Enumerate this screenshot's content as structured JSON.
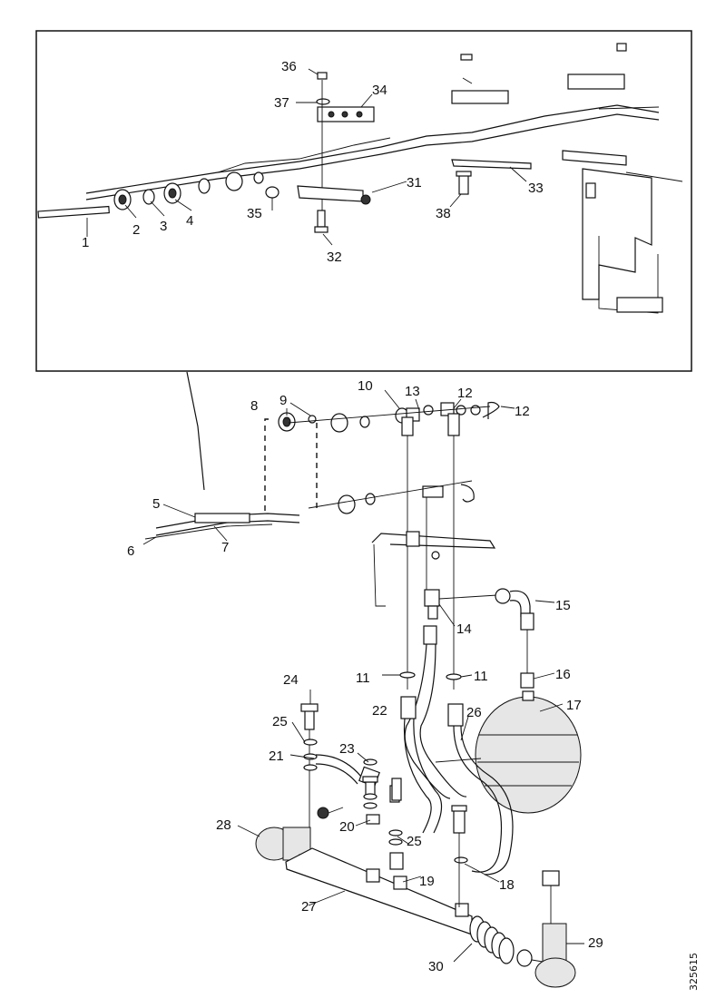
{
  "diagram": {
    "reference": "325615",
    "callouts": [
      {
        "id": "c1",
        "text": "1"
      },
      {
        "id": "c2",
        "text": "2"
      },
      {
        "id": "c3",
        "text": "3"
      },
      {
        "id": "c4",
        "text": "4"
      },
      {
        "id": "c31",
        "text": "31"
      },
      {
        "id": "c32",
        "text": "32"
      },
      {
        "id": "c33",
        "text": "33"
      },
      {
        "id": "c34",
        "text": "34"
      },
      {
        "id": "c35",
        "text": "35"
      },
      {
        "id": "c36",
        "text": "36"
      },
      {
        "id": "c37",
        "text": "37"
      },
      {
        "id": "c38",
        "text": "38"
      },
      {
        "id": "c5",
        "text": "5"
      },
      {
        "id": "c6",
        "text": "6"
      },
      {
        "id": "c7",
        "text": "7"
      },
      {
        "id": "c8",
        "text": "8"
      },
      {
        "id": "c9",
        "text": "9"
      },
      {
        "id": "c10",
        "text": "10"
      },
      {
        "id": "c13",
        "text": "13"
      },
      {
        "id": "c12a",
        "text": "12"
      },
      {
        "id": "c12b",
        "text": "12"
      },
      {
        "id": "c14",
        "text": "14"
      },
      {
        "id": "c15",
        "text": "15"
      },
      {
        "id": "c16",
        "text": "16"
      },
      {
        "id": "c17",
        "text": "17"
      },
      {
        "id": "c11a",
        "text": "11"
      },
      {
        "id": "c11b",
        "text": "11"
      },
      {
        "id": "c22",
        "text": "22"
      },
      {
        "id": "c26",
        "text": "26"
      },
      {
        "id": "c24",
        "text": "24"
      },
      {
        "id": "c25a",
        "text": "25"
      },
      {
        "id": "c21",
        "text": "21"
      },
      {
        "id": "c23",
        "text": "23"
      },
      {
        "id": "c20",
        "text": "20"
      },
      {
        "id": "c25b",
        "text": "25"
      },
      {
        "id": "c28",
        "text": "28"
      },
      {
        "id": "c19",
        "text": "19"
      },
      {
        "id": "c18",
        "text": "18"
      },
      {
        "id": "c27",
        "text": "27"
      },
      {
        "id": "c29",
        "text": "29"
      },
      {
        "id": "c30",
        "text": "30"
      }
    ]
  }
}
